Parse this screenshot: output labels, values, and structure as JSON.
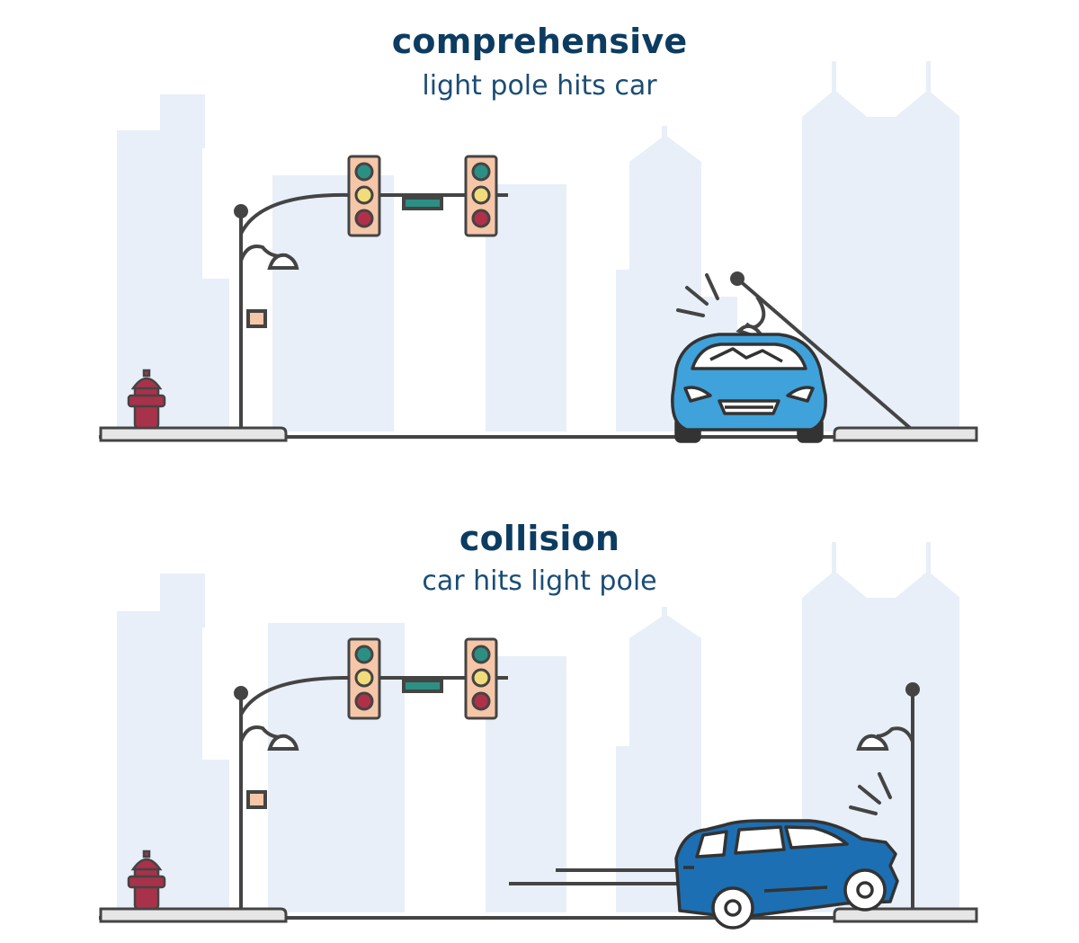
{
  "scenarios": [
    {
      "title": "comprehensive",
      "subtitle": "light pole hits car"
    },
    {
      "title": "collision",
      "subtitle": "car hits light pole"
    }
  ],
  "colors": {
    "heading": "#0d3c61",
    "skyline": "#e8eff8",
    "line": "#444444",
    "sidewalk": "#e6e6e6",
    "signal_body": "#f5c6a8",
    "signal_green": "#2b8f84",
    "signal_yellow": "#f0dc7a",
    "signal_red": "#b0304a",
    "hydrant": "#a8324a",
    "car_light_blue": "#3fa2da",
    "car_dark_blue": "#1c6fb3"
  }
}
